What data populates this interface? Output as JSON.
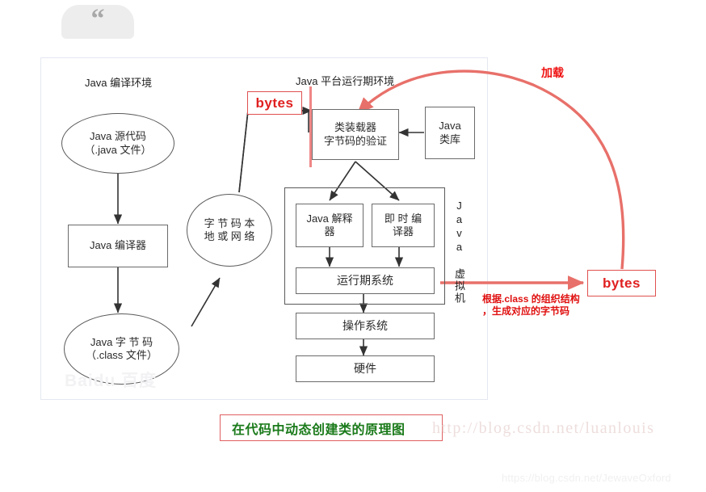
{
  "page": {
    "quote_badge_glyph": "“"
  },
  "diagram": {
    "section_labels": {
      "compile_env": "Java 编译环境",
      "runtime_env": "Java 平台运行期环境",
      "jvm_vertical": "Java 虚拟机"
    },
    "nodes": [
      {
        "id": "source-code",
        "line1": "Java  源代码",
        "line2": "（.java 文件）"
      },
      {
        "id": "compiler",
        "line1": "Java 编译器",
        "line2": ""
      },
      {
        "id": "bytecode-file",
        "line1": "Java  字 节 码",
        "line2": "（.class 文件）"
      },
      {
        "id": "bytecode-src",
        "line1": "字 节 码 本",
        "line2": "地 或 网 络"
      },
      {
        "id": "class-loader",
        "line1": "类装载器",
        "line2": "字节码的验证"
      },
      {
        "id": "class-library",
        "line1": "Java",
        "line2": "类库"
      },
      {
        "id": "interpreter",
        "line1": "Java 解释",
        "line2": "器"
      },
      {
        "id": "jit-compiler",
        "line1": "即 时 编",
        "line2": "译器"
      },
      {
        "id": "runtime-system",
        "line1": "运行期系统",
        "line2": ""
      },
      {
        "id": "os",
        "line1": "操作系统",
        "line2": ""
      },
      {
        "id": "hardware",
        "line1": "硬件",
        "line2": ""
      }
    ]
  },
  "annotations": {
    "bytes_top_label": "bytes",
    "bytes_right_label": "bytes",
    "load_label": "加载",
    "generate_note": "根据.class 的组织结构\n，生成对应的字节码",
    "caption": "在代码中动态创建类的原理图"
  },
  "watermarks": {
    "main_url": "http://blog.csdn.net/luanlouis",
    "bottom_url": "https://blog.csdn.net/JewaveOxford",
    "baidu": "Baidu 百度"
  },
  "colors": {
    "red_accent": "#e02020",
    "red_arrow": "#e8706a",
    "green_caption": "#1a7a1a",
    "node_border": "#6b6b6b",
    "card_border": "#e4e8f0"
  }
}
